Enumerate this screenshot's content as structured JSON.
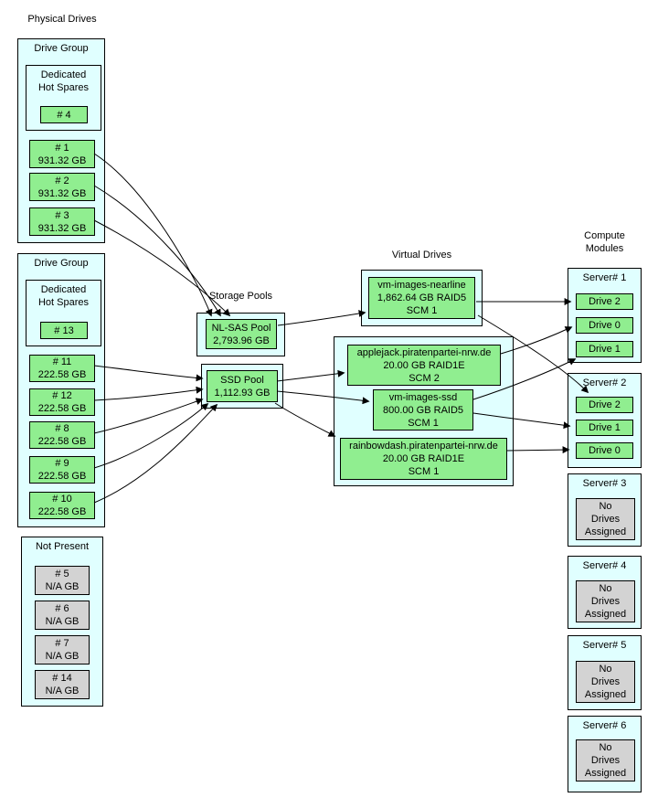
{
  "titles": {
    "physical": "Physical Drives",
    "storage": "Storage Pools",
    "virtual": "Virtual Drives",
    "compute": "Compute\nModules"
  },
  "colors": {
    "cluster_fill": "#E0FFFF",
    "drive_fill": "#90EE90",
    "not_present_fill": "#D3D3D3",
    "border": "#000000",
    "background": "#FFFFFF"
  },
  "physical": {
    "groups": [
      {
        "label": "Drive Group",
        "hot_spares": {
          "label": "Dedicated\nHot Spares",
          "drives": [
            {
              "id": "# 4"
            }
          ]
        },
        "drives": [
          {
            "id": "# 1",
            "size": "931.32 GB"
          },
          {
            "id": "# 2",
            "size": "931.32 GB"
          },
          {
            "id": "# 3",
            "size": "931.32 GB"
          }
        ]
      },
      {
        "label": "Drive Group",
        "hot_spares": {
          "label": "Dedicated\nHot Spares",
          "drives": [
            {
              "id": "# 13"
            }
          ]
        },
        "drives": [
          {
            "id": "# 11",
            "size": "222.58 GB"
          },
          {
            "id": "# 12",
            "size": "222.58 GB"
          },
          {
            "id": "# 8",
            "size": "222.58 GB"
          },
          {
            "id": "# 9",
            "size": "222.58 GB"
          },
          {
            "id": "# 10",
            "size": "222.58 GB"
          }
        ]
      }
    ],
    "not_present": {
      "label": "Not Present",
      "drives": [
        {
          "id": "# 5",
          "size": "N/A GB"
        },
        {
          "id": "# 6",
          "size": "N/A GB"
        },
        {
          "id": "# 7",
          "size": "N/A GB"
        },
        {
          "id": "# 14",
          "size": "N/A GB"
        }
      ]
    }
  },
  "pools": [
    {
      "name": "NL-SAS Pool",
      "size": "2,793.96 GB"
    },
    {
      "name": "SSD Pool",
      "size": "1,112.93 GB"
    }
  ],
  "virtual_drives": [
    {
      "name": "vm-images-nearline",
      "size": "1,862.64 GB RAID5",
      "scm": "SCM 1"
    },
    {
      "name": "applejack.piratenpartei-nrw.de",
      "size": "20.00 GB RAID1E",
      "scm": "SCM 2"
    },
    {
      "name": "vm-images-ssd",
      "size": "800.00 GB RAID5",
      "scm": "SCM 1"
    },
    {
      "name": "rainbowdash.piratenpartei-nrw.de",
      "size": "20.00 GB RAID1E",
      "scm": "SCM 1"
    }
  ],
  "servers": [
    {
      "label": "Server# 1",
      "drives": [
        "Drive 2",
        "Drive 0",
        "Drive 1"
      ]
    },
    {
      "label": "Server# 2",
      "drives": [
        "Drive 2",
        "Drive 1",
        "Drive 0"
      ]
    },
    {
      "label": "Server# 3",
      "empty": "No\nDrives\nAssigned"
    },
    {
      "label": "Server# 4",
      "empty": "No\nDrives\nAssigned"
    },
    {
      "label": "Server# 5",
      "empty": "No\nDrives\nAssigned"
    },
    {
      "label": "Server# 6",
      "empty": "No\nDrives\nAssigned"
    }
  ],
  "edges": [
    {
      "from": "# 1",
      "to": "NL-SAS Pool"
    },
    {
      "from": "# 2",
      "to": "NL-SAS Pool"
    },
    {
      "from": "# 3",
      "to": "NL-SAS Pool"
    },
    {
      "from": "# 11",
      "to": "SSD Pool"
    },
    {
      "from": "# 12",
      "to": "SSD Pool"
    },
    {
      "from": "# 8",
      "to": "SSD Pool"
    },
    {
      "from": "# 9",
      "to": "SSD Pool"
    },
    {
      "from": "# 10",
      "to": "SSD Pool"
    },
    {
      "from": "NL-SAS Pool",
      "to": "vm-images-nearline"
    },
    {
      "from": "SSD Pool",
      "to": "applejack.piratenpartei-nrw.de"
    },
    {
      "from": "SSD Pool",
      "to": "vm-images-ssd"
    },
    {
      "from": "SSD Pool",
      "to": "rainbowdash.piratenpartei-nrw.de"
    },
    {
      "from": "vm-images-nearline",
      "to": "Server# 1 Drive 2"
    },
    {
      "from": "vm-images-nearline",
      "to": "Server# 2 Drive 2"
    },
    {
      "from": "applejack.piratenpartei-nrw.de",
      "to": "Server# 1 Drive 0"
    },
    {
      "from": "vm-images-ssd",
      "to": "Server# 1 Drive 1"
    },
    {
      "from": "vm-images-ssd",
      "to": "Server# 2 Drive 1"
    },
    {
      "from": "rainbowdash.piratenpartei-nrw.de",
      "to": "Server# 2 Drive 0"
    }
  ]
}
